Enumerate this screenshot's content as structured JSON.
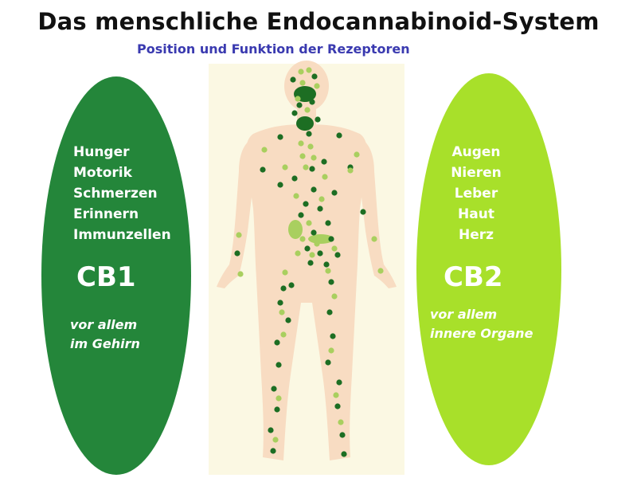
{
  "header": {
    "title": "Das menschliche Endocannabinoid-System",
    "subtitle": "Position und Funktion der Rezeptoren"
  },
  "colors": {
    "cb1_dark_green": "#24863a",
    "cb2_lime_green": "#a8e02a",
    "body_skin": "#f8dcc2",
    "receptor_dark": "#1d6e23",
    "receptor_light": "#a9cf5f",
    "title_text": "#111111",
    "subtitle_text": "#3a3ab0"
  },
  "cb1": {
    "functions": [
      "Hunger",
      "Motorik",
      "Schmerzen",
      "Erinnern",
      "Immunzellen"
    ],
    "label": "CB1",
    "location_line1": "vor allem",
    "location_line2": "im Gehirn"
  },
  "cb2": {
    "functions": [
      "Augen",
      "Nieren",
      "Leber",
      "Haut",
      "Herz"
    ],
    "label": "CB2",
    "location_line1": "vor allem",
    "location_line2": "innere Organe"
  }
}
